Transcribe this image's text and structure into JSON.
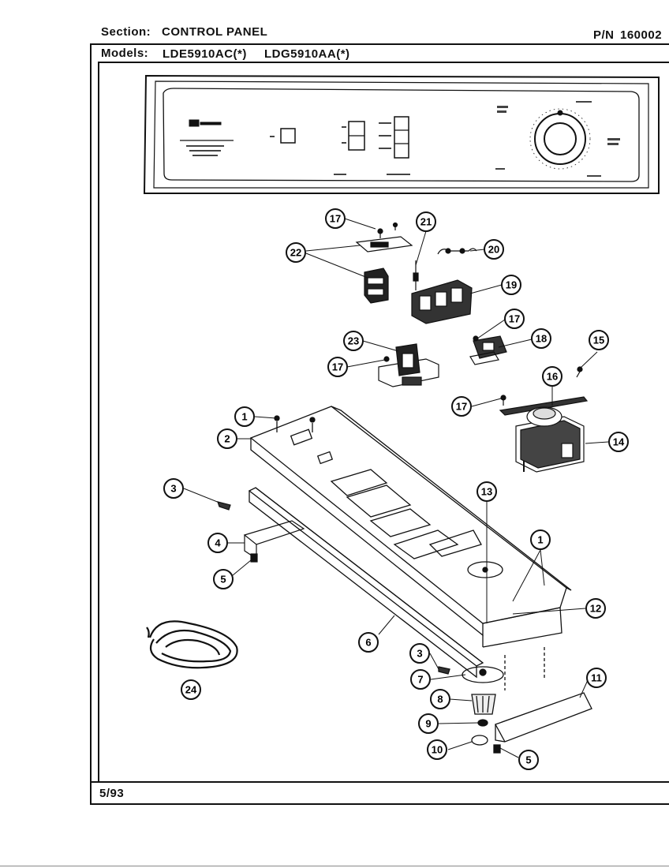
{
  "header": {
    "section_label": "Section:",
    "section_value": "CONTROL PANEL",
    "pn_label": "P/N",
    "pn_value": "160002",
    "models_label": "Models:",
    "model_1": "LDE5910AC(*)",
    "model_2": "LDG5910AA(*)"
  },
  "footer": {
    "date": "5/93"
  },
  "callouts": [
    "17",
    "21",
    "20",
    "22",
    "19",
    "17",
    "18",
    "23",
    "17",
    "15",
    "16",
    "17",
    "1",
    "2",
    "14",
    "3",
    "13",
    "4",
    "1",
    "5",
    "12",
    "6",
    "3",
    "11",
    "7",
    "8",
    "24",
    "9",
    "10",
    "5"
  ]
}
